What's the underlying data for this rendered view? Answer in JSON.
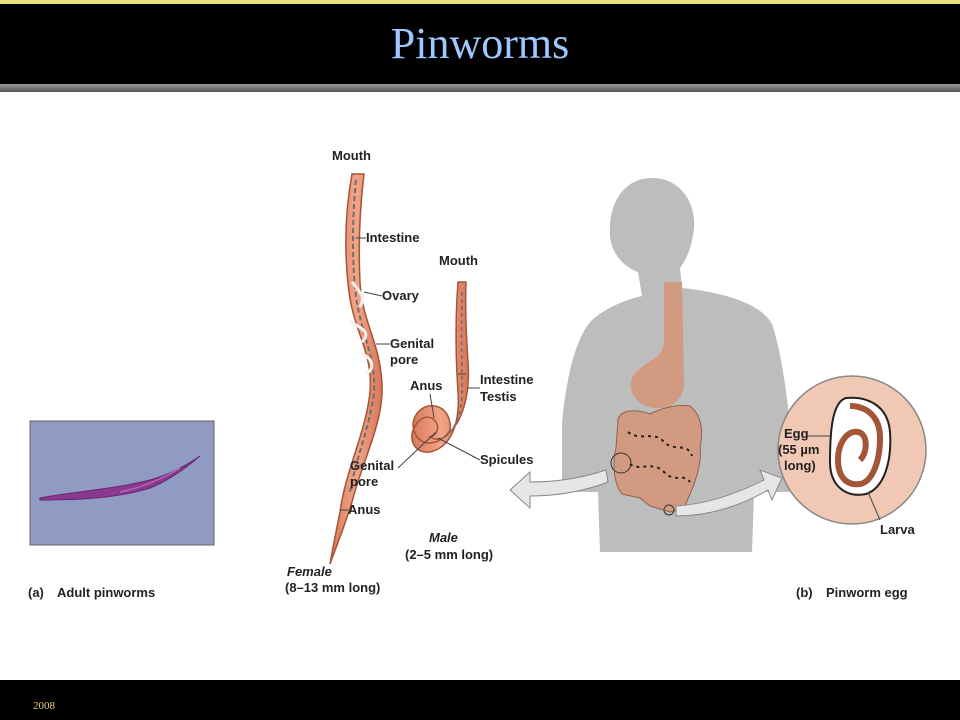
{
  "slide": {
    "title": "Pinworms",
    "footer": "2008"
  },
  "figure": {
    "female_labels": {
      "mouth": "Mouth",
      "intestine": "Intestine",
      "ovary": "Ovary",
      "genital_line1": "Genital",
      "genital_line2": "pore",
      "anus": "Anus",
      "caption_line1": "Female",
      "caption_line2": "(8–13 mm long)"
    },
    "male_labels": {
      "mouth": "Mouth",
      "anus": "Anus",
      "intestine": "Intestine",
      "testis": "Testis",
      "spicules": "Spicules",
      "genital_line1": "Genital",
      "genital_line2": "pore",
      "caption_line1": "Male",
      "caption_line2": "(2–5 mm long)"
    },
    "egg_labels": {
      "egg_line1": "Egg",
      "egg_line2": "(55 µm",
      "egg_line3": "long)",
      "larva": "Larva"
    },
    "panel_a": {
      "letter": "(a)",
      "caption": "Adult pinworms"
    },
    "panel_b": {
      "letter": "(b)",
      "caption": "Pinworm egg"
    },
    "colors": {
      "worm": "#e8906c",
      "worm_outline": "#a45538",
      "body": "#bdbdbd",
      "gut": "#d39a82",
      "photo_bg": "#8f9bc2",
      "egg_circle": "#f0c8b4",
      "title": "#9ec6ff"
    }
  }
}
